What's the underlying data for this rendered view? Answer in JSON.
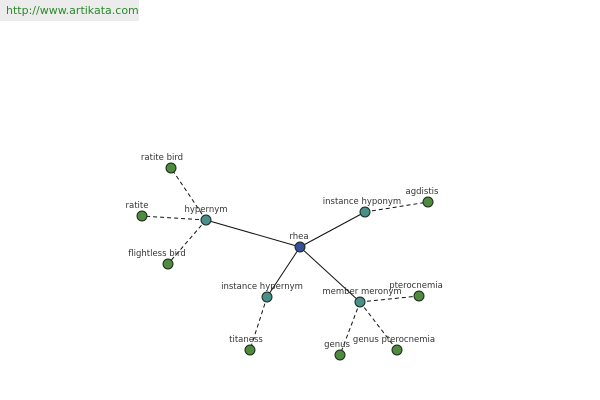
{
  "source_link": "http://www.artikata.com",
  "colors": {
    "center": "#3a4f9a",
    "relation": "#4a8f8a",
    "leaf": "#4f8a3f",
    "link": "#2a8a2a",
    "edge": "#111111"
  },
  "nodes": [
    {
      "id": "rhea",
      "label": "rhea",
      "kind": "center"
    },
    {
      "id": "hypernym",
      "label": "hypernym",
      "kind": "relation"
    },
    {
      "id": "instance-hyponym",
      "label": "instance hyponym",
      "kind": "relation"
    },
    {
      "id": "instance-hypernym",
      "label": "instance hypernym",
      "kind": "relation"
    },
    {
      "id": "member-meronym",
      "label": "member meronym",
      "kind": "relation"
    },
    {
      "id": "ratite-bird",
      "label": "ratite bird",
      "kind": "leaf"
    },
    {
      "id": "ratite",
      "label": "ratite",
      "kind": "leaf"
    },
    {
      "id": "flightless-bird",
      "label": "flightless bird",
      "kind": "leaf"
    },
    {
      "id": "agdistis",
      "label": "agdistis",
      "kind": "leaf"
    },
    {
      "id": "titaness",
      "label": "titaness",
      "kind": "leaf"
    },
    {
      "id": "pterocnemia",
      "label": "pterocnemia",
      "kind": "leaf"
    },
    {
      "id": "genus",
      "label": "genus",
      "kind": "leaf"
    },
    {
      "id": "genus-pterocnemia",
      "label": "genus pterocnemia",
      "kind": "leaf"
    }
  ],
  "edges": [
    {
      "from": "rhea",
      "to": "hypernym",
      "style": "solid"
    },
    {
      "from": "rhea",
      "to": "instance-hyponym",
      "style": "solid"
    },
    {
      "from": "rhea",
      "to": "instance-hypernym",
      "style": "solid"
    },
    {
      "from": "rhea",
      "to": "member-meronym",
      "style": "solid"
    },
    {
      "from": "hypernym",
      "to": "ratite-bird",
      "style": "dashed"
    },
    {
      "from": "hypernym",
      "to": "ratite",
      "style": "dashed"
    },
    {
      "from": "hypernym",
      "to": "flightless-bird",
      "style": "dashed"
    },
    {
      "from": "instance-hyponym",
      "to": "agdistis",
      "style": "dashed"
    },
    {
      "from": "instance-hypernym",
      "to": "titaness",
      "style": "dashed"
    },
    {
      "from": "member-meronym",
      "to": "pterocnemia",
      "style": "dashed"
    },
    {
      "from": "member-meronym",
      "to": "genus",
      "style": "dashed"
    },
    {
      "from": "member-meronym",
      "to": "genus-pterocnemia",
      "style": "dashed"
    }
  ]
}
